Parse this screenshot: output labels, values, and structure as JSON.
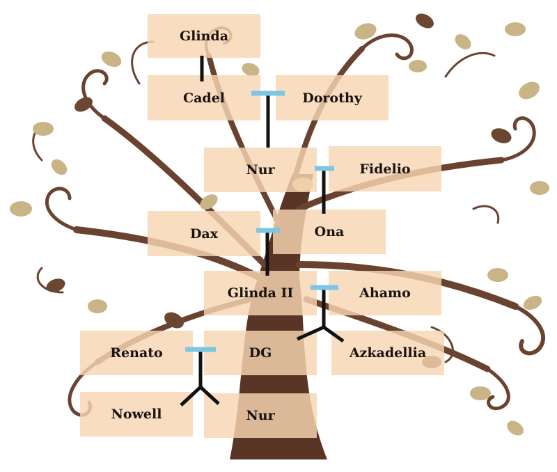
{
  "family": {
    "glinda": "Glinda",
    "cadel": "Cadel",
    "dorothy": "Dorothy",
    "nur_top": "Nur",
    "fidelio": "Fidelio",
    "dax": "Dax",
    "ona": "Ona",
    "glinda_ii": "Glinda II",
    "ahamo": "Ahamo",
    "renato": "Renato",
    "dg": "DG",
    "azkadellia": "Azkadellia",
    "nowell": "Nowell",
    "nur_bottom": "Nur"
  },
  "colors": {
    "box_fill": "#f7d6b2",
    "marriage_bar": "#7cc6e4",
    "descent_line": "#111111",
    "trunk": "#5a3424",
    "leaf_tan": "#c9b486",
    "leaf_brown": "#6b4630"
  }
}
